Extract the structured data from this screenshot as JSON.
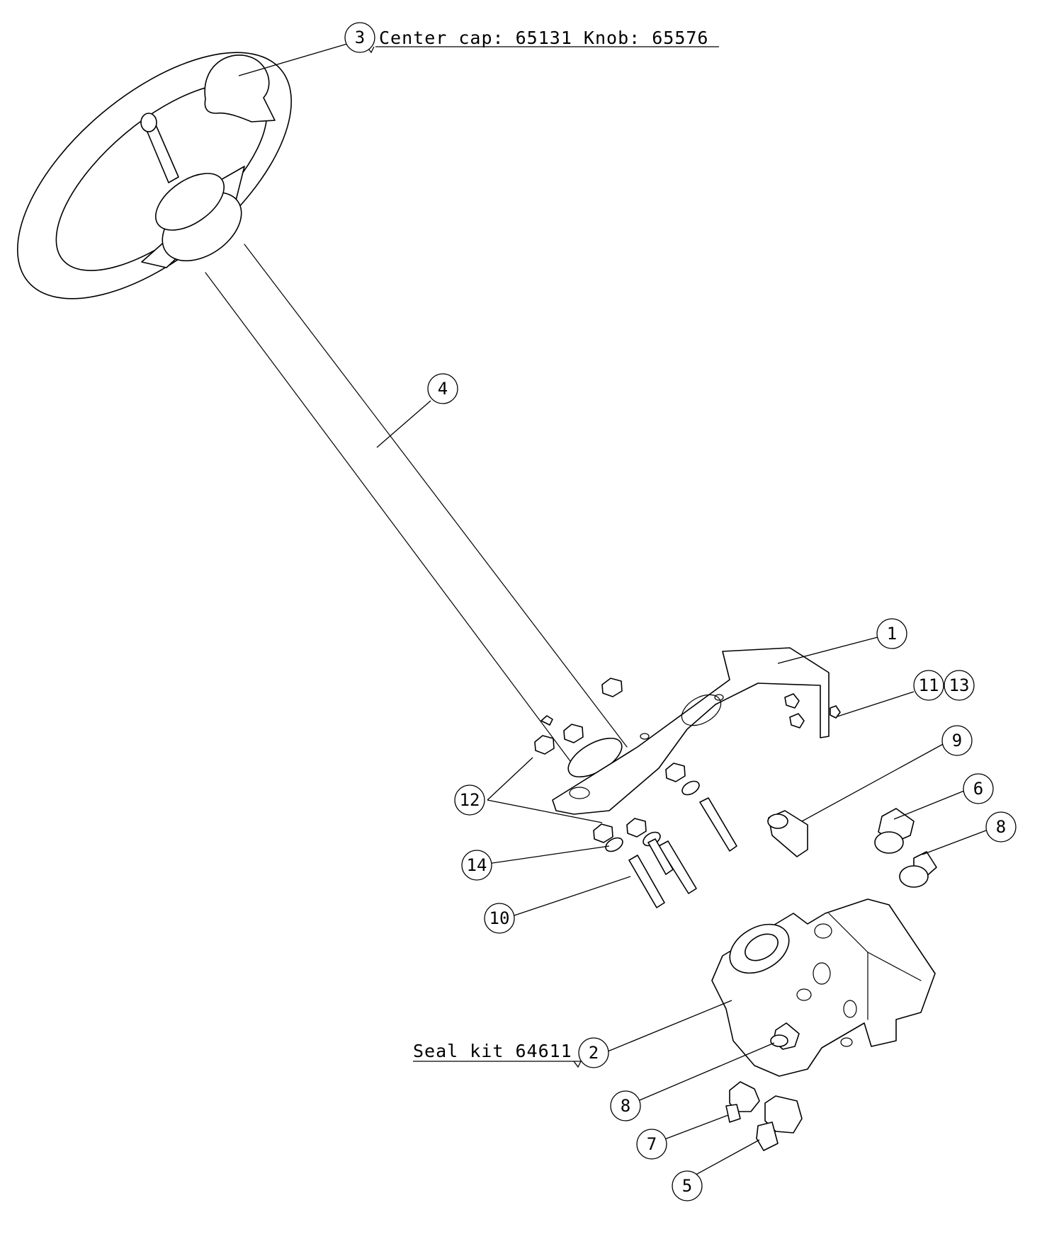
{
  "notes": {
    "top": "Center cap: 65131 Knob: 65576",
    "seal_kit": "Seal kit 64611"
  },
  "callouts": {
    "c1": "1",
    "c2": "2",
    "c3": "3",
    "c4": "4",
    "c5": "5",
    "c6": "6",
    "c7": "7",
    "c8a": "8",
    "c8b": "8",
    "c9": "9",
    "c10": "10",
    "c11": "11",
    "c12": "12",
    "c13": "13",
    "c14": "14"
  }
}
